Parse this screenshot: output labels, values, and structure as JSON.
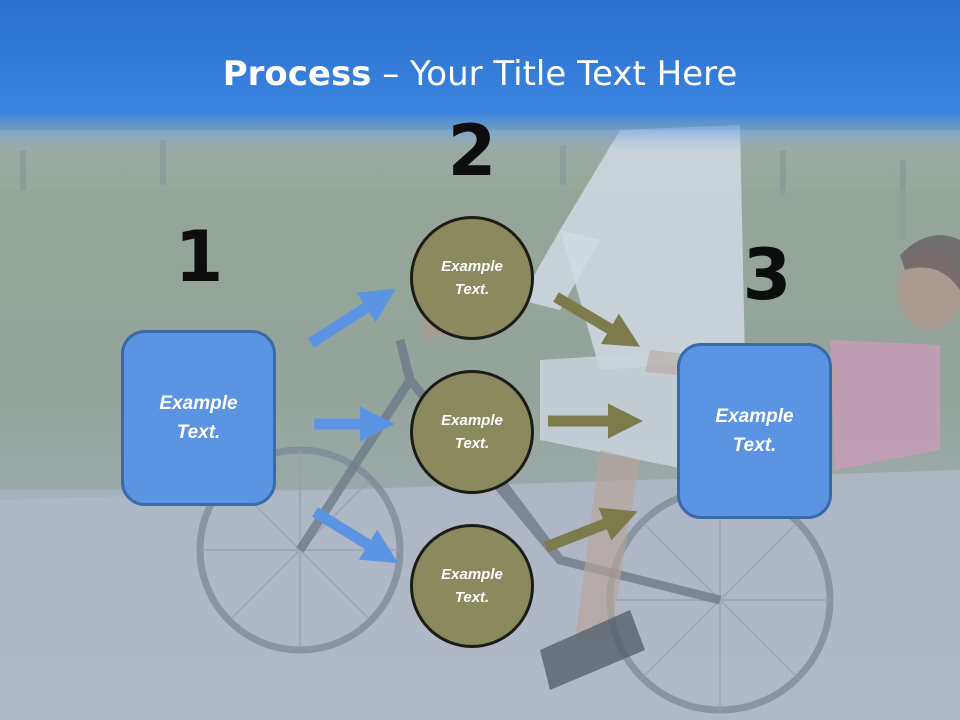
{
  "slide": {
    "title_bold": "Process",
    "title_rest": " – Your Title Text Here",
    "steps": [
      {
        "number": "1",
        "text": "Example\nText."
      },
      {
        "number": "2",
        "circles": [
          "Example\nText.",
          "Example\nText.",
          "Example\nText."
        ]
      },
      {
        "number": "3",
        "text": "Example\nText."
      }
    ]
  },
  "colors": {
    "header": "#2f78d8",
    "box_fill": "#5b94e2",
    "circle_fill": "#8a8a5e",
    "arrow_blue": "#5b94e2",
    "arrow_olive": "#7b7b4b"
  }
}
